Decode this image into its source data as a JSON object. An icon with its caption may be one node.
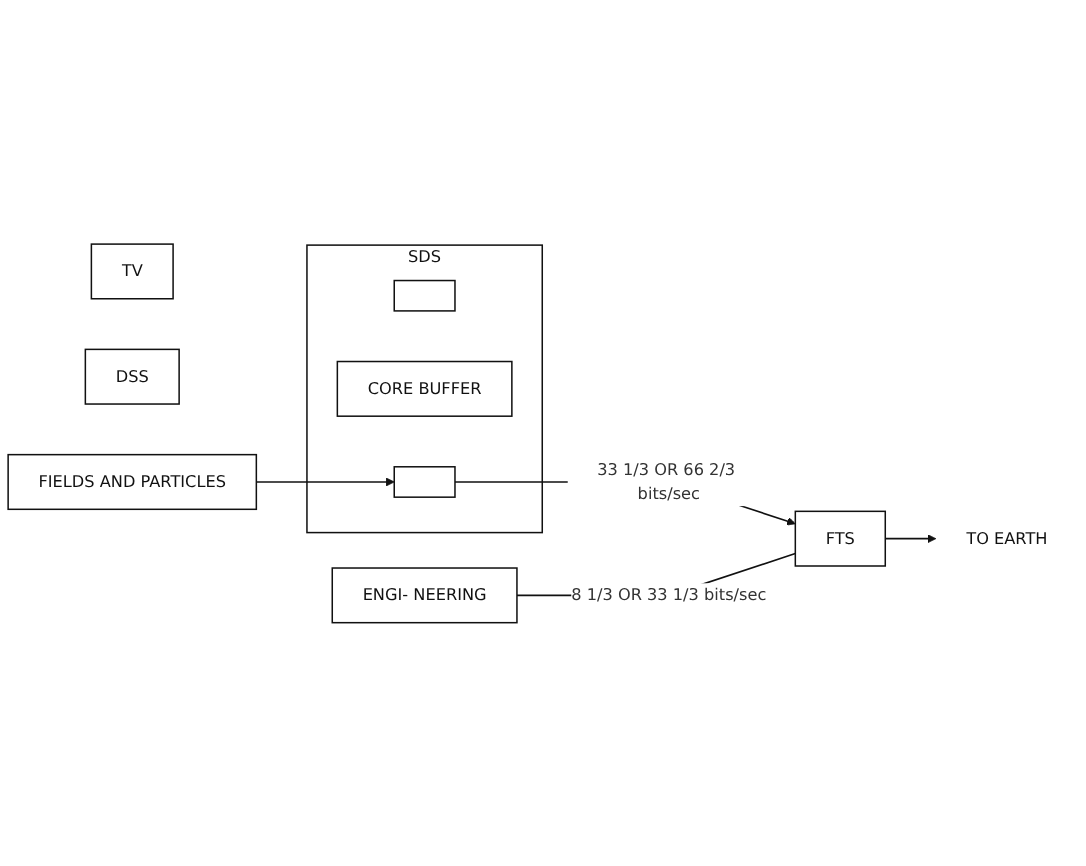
{
  "diagram": {
    "nodes": [
      {
        "text": [
          "SDS"
        ]
      },
      {
        "text": [],
        "shape": "box",
        "in": 0
      },
      {
        "text": [
          "CORE BUFFER"
        ],
        "in": 0
      },
      {
        "text": [],
        "shape": "box",
        "in": 0
      },
      {
        "text": [
          "TV"
        ]
      },
      {
        "text": [
          "DSS"
        ]
      },
      {
        "text": [
          "FIELDS AND PARTICLES"
        ]
      },
      {
        "text": [
          "FTS"
        ]
      },
      {
        "text": [
          "ENGI- NEERING"
        ]
      },
      {
        "text": [
          "TO EARTH"
        ]
      }
    ],
    "edges": [
      {
        "from": 6,
        "to": 3,
        "arrow": "to"
      },
      {
        "from": 3,
        "to": 7,
        "arrow": "to",
        "label": "33 1/3 OR 66 2/3 bits/sec"
      },
      {
        "from": 8,
        "to": 7,
        "arrow": "none",
        "label": "8 1/3 OR 33 1/3 bits/sec"
      },
      {
        "from": 7,
        "to": 9,
        "arrow": "to"
      }
    ]
  }
}
